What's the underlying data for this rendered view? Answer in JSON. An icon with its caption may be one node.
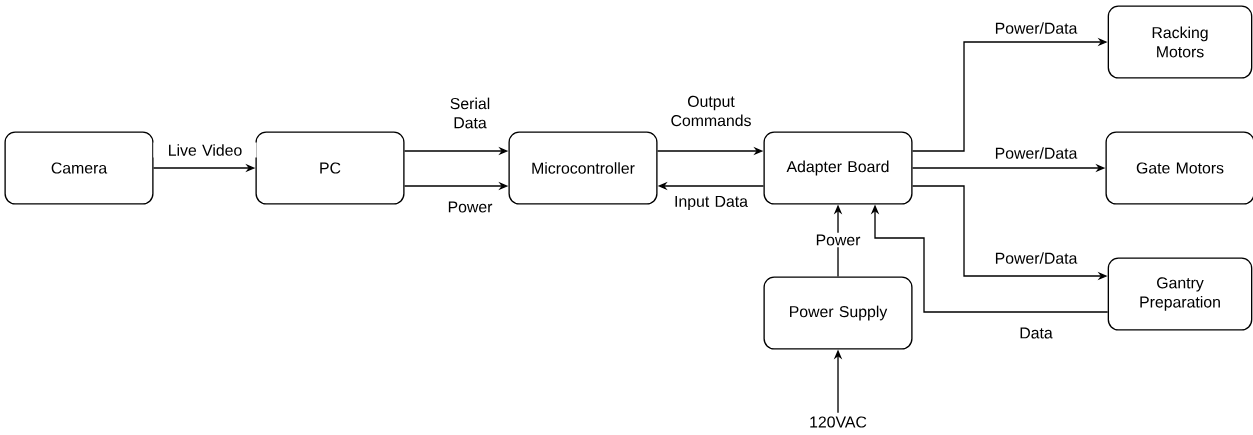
{
  "diagram": {
    "nodes": [
      {
        "text": [
          "Camera"
        ]
      },
      {
        "text": [
          "PC"
        ]
      },
      {
        "text": [
          "Microcontroller"
        ]
      },
      {
        "text": [
          "Adapter Board"
        ]
      },
      {
        "text": [
          "Racking Motors"
        ]
      },
      {
        "text": [
          "Gate Motors"
        ]
      },
      {
        "text": [
          "Gantry Preparation"
        ]
      },
      {
        "text": [
          "Power Supply"
        ]
      },
      {
        "text": [
          "120VAC"
        ]
      }
    ],
    "edges": [
      {
        "from": 0,
        "to": 1,
        "arrow": "to",
        "label": "Live Video"
      },
      {
        "from": 1,
        "to": 2,
        "arrow": "to",
        "label": "Serial Data"
      },
      {
        "from": 1,
        "to": 2,
        "arrow": "to",
        "label": "Power"
      },
      {
        "from": 2,
        "to": 3,
        "arrow": "to",
        "label": "Output Commands"
      },
      {
        "from": 3,
        "to": 2,
        "arrow": "to",
        "label": "Input Data"
      },
      {
        "from": 3,
        "to": 4,
        "arrow": "to",
        "label": "Power/Data"
      },
      {
        "from": 3,
        "to": 5,
        "arrow": "to",
        "label": "Power/Data"
      },
      {
        "from": 3,
        "to": 6,
        "arrow": "to",
        "label": "Power/Data"
      },
      {
        "from": 7,
        "to": 3,
        "arrow": "to",
        "label": "Power"
      },
      {
        "from": 6,
        "to": 3,
        "arrow": "to",
        "label": "Data"
      },
      {
        "from": 8,
        "to": 7,
        "arrow": "to"
      }
    ]
  }
}
